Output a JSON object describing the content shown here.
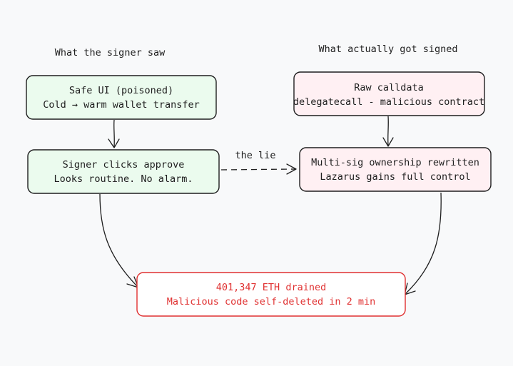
{
  "headings": {
    "left": "What the signer saw",
    "right": "What actually got signed"
  },
  "nodes": {
    "safe_ui": {
      "line1": "Safe UI (poisoned)",
      "line2": "Cold → warm wallet transfer",
      "fill_color": "#ebfbee"
    },
    "signer": {
      "line1": "Signer clicks approve",
      "line2": "Looks routine. No alarm.",
      "fill_color": "#ebfbee"
    },
    "raw_calldata": {
      "line1": "Raw calldata",
      "line2": "delegatecall - malicious contract",
      "fill_color": "#fff0f3"
    },
    "multisig": {
      "line1": "Multi-sig ownership rewritten",
      "line2": "Lazarus gains full control",
      "fill_color": "#fff0f3"
    },
    "drained": {
      "line1": "401,347 ETH drained",
      "line2": "Malicious code self-deleted in 2 min",
      "accent_color": "#e03131"
    }
  },
  "edges": {
    "lie_label": "the lie"
  }
}
